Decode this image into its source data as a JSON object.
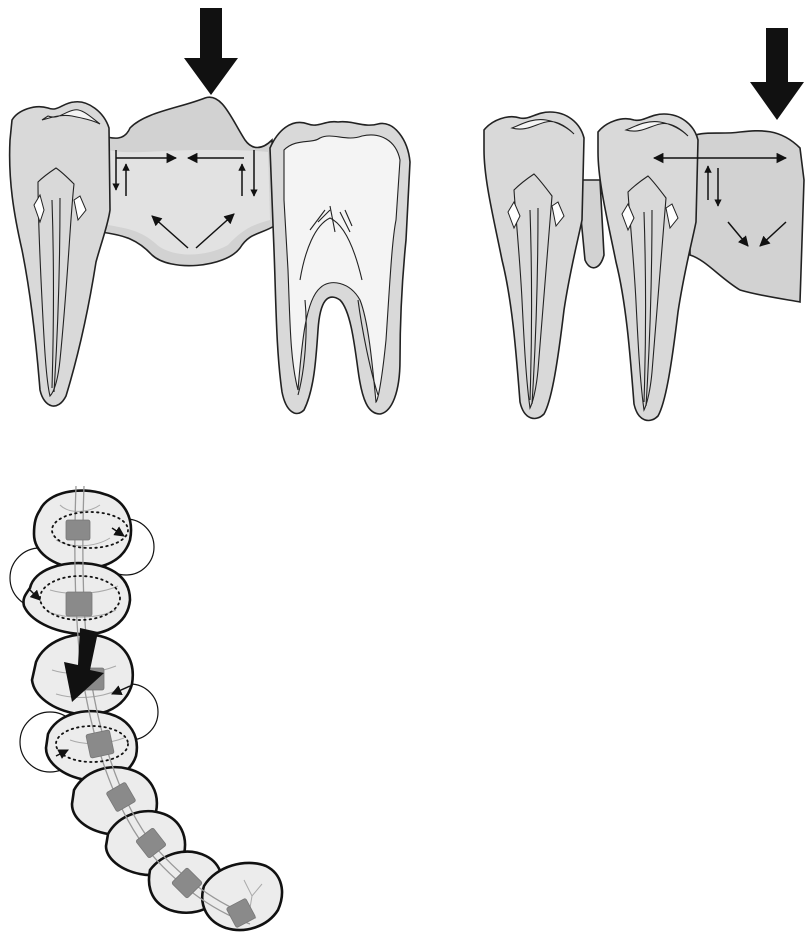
{
  "figure": {
    "panels": [
      {
        "id": "fixed-bridge",
        "elements": [
          "occlusal-force-arrow",
          "abutment-premolar",
          "pontic",
          "abutment-molar",
          "force-vectors"
        ]
      },
      {
        "id": "cantilever-bridge",
        "elements": [
          "occlusal-force-arrow",
          "premolar",
          "abutment-premolar",
          "cantilever-pontic",
          "force-vectors"
        ]
      },
      {
        "id": "dental-arch-brackets",
        "elements": [
          "arch-teeth",
          "orthodontic-brackets",
          "archwire",
          "force-arrow",
          "rotation-arrows"
        ]
      }
    ],
    "icons": {
      "force_arrow": "solid-down-arrow",
      "vector_arrow": "thin-arrow",
      "rotation_marker": "dotted-rotation-path"
    },
    "colors": {
      "ink": "#111111",
      "tooth_fill": "#d9d9d9",
      "tooth_inner": "#f4f4f4",
      "bracket": "#8a8a8a",
      "wire": "#999999"
    }
  }
}
